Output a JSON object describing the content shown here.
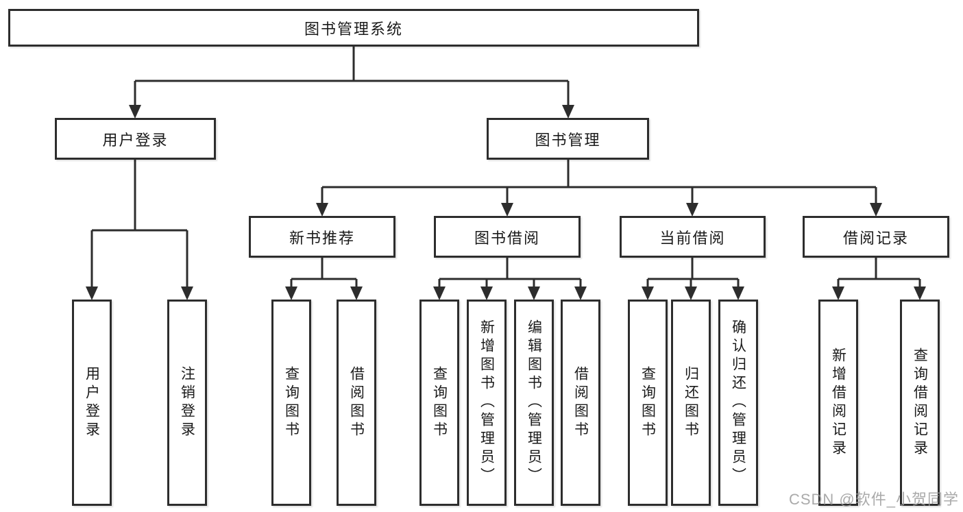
{
  "tree": {
    "root": "图书管理系统",
    "children": [
      {
        "label": "用户登录",
        "children": [
          {
            "label": "用户登录"
          },
          {
            "label": "注销登录"
          }
        ]
      },
      {
        "label": "图书管理",
        "children": [
          {
            "label": "新书推荐",
            "children": [
              {
                "label": "查询图书"
              },
              {
                "label": "借阅图书"
              }
            ]
          },
          {
            "label": "图书借阅",
            "children": [
              {
                "label": "查询图书"
              },
              {
                "label": "新增图书（管理员）"
              },
              {
                "label": "编辑图书（管理员）"
              },
              {
                "label": "借阅图书"
              }
            ]
          },
          {
            "label": "当前借阅",
            "children": [
              {
                "label": "查询图书"
              },
              {
                "label": "归还图书"
              },
              {
                "label": "确认归还（管理员）"
              }
            ]
          },
          {
            "label": "借阅记录",
            "children": [
              {
                "label": "新增借阅记录"
              },
              {
                "label": "查询借阅记录"
              }
            ]
          }
        ]
      }
    ]
  },
  "watermark": {
    "text": "CSDN @软件_小贺同学"
  },
  "colors": {
    "line": "#2d2d2d",
    "box_border": "#2d2d2d",
    "text": "#1a1a1a",
    "watermark": "#9b9b9b",
    "background": "#ffffff"
  }
}
